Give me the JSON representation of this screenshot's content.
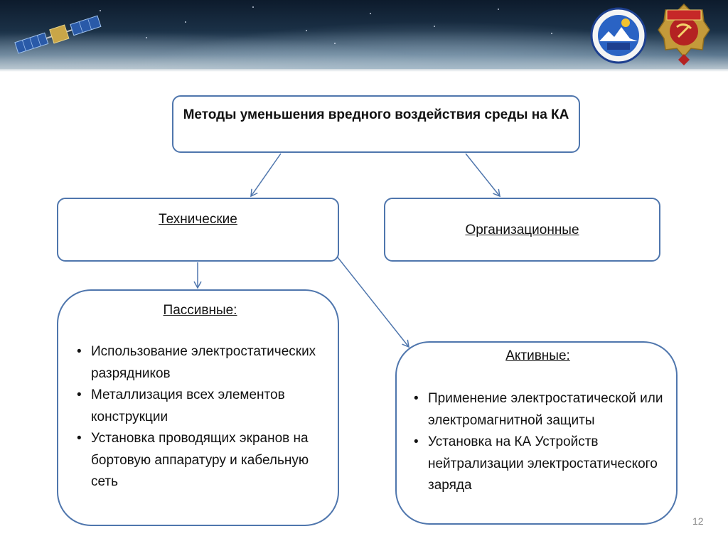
{
  "diagram": {
    "root": {
      "title": "Методы уменьшения вредного воздействия среды на КА"
    },
    "technical": {
      "title": "Технические"
    },
    "organizational": {
      "title": "Организационные"
    },
    "passive": {
      "title": "Пассивные:",
      "items": [
        "Использование электростатических разрядников",
        "Металлизация всех элементов конструкции",
        "Установка проводящих экранов на бортовую аппаратуру и кабельную сеть"
      ]
    },
    "active": {
      "title": "Активные:",
      "items": [
        "Применение электростатической или электромагнитной защиты",
        "Установка на КА Устройств нейтрализации электростатического заряда"
      ]
    }
  },
  "slide": {
    "page_number": "12",
    "bullet": "•"
  },
  "icons": {
    "satellite": "satellite-icon",
    "institute_logo": "institute-logo-icon",
    "order_badge": "order-badge-icon"
  },
  "colors": {
    "box_border": "#4f76ad",
    "connector": "#4f76ad",
    "text": "#111111"
  }
}
